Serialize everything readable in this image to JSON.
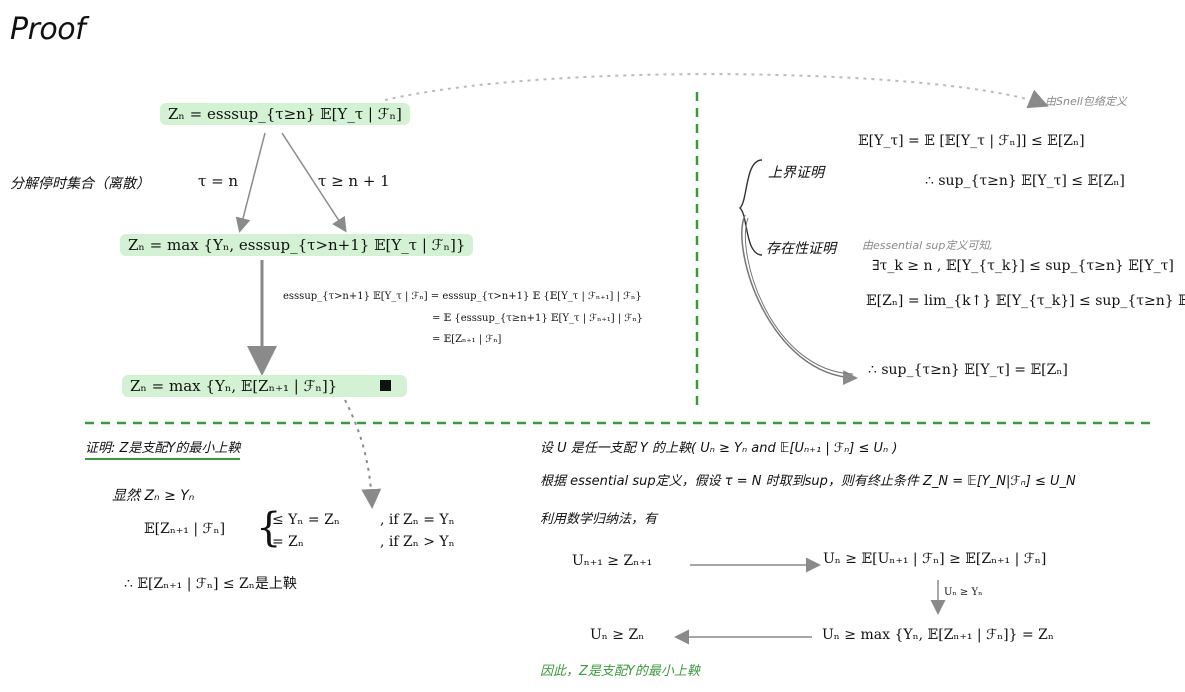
{
  "title": "Proof",
  "top": {
    "z_def": "Zₙ = esssup_{τ≥n} 𝔼[Y_τ | ℱₙ]",
    "decompose_label": "分解停时集合（离散）",
    "branch_left": "τ = n",
    "branch_right": "τ ≥ n + 1",
    "z_max1": "Zₙ = max {Yₙ, esssup_{τ>n+1} 𝔼[Y_τ | ℱₙ]}",
    "expansion": [
      "esssup_{τ>n+1} 𝔼[Y_τ | ℱₙ] = esssup_{τ>n+1} 𝔼 {𝔼[Y_τ | ℱₙ₊₁] | ℱₙ}",
      "= 𝔼 {esssup_{τ≥n+1} 𝔼[Y_τ | ℱₙ₊₁] | ℱₙ}",
      "= 𝔼[Zₙ₊₁ | ℱₙ]"
    ],
    "z_max2": "Zₙ = max {Yₙ, 𝔼[Zₙ₊₁ | ℱₙ]}"
  },
  "right": {
    "snell_note": "由Snell包络定义",
    "upper_bound_label": "上界证明",
    "ub_line1": "𝔼[Y_τ] = 𝔼 [𝔼[Y_τ | ℱₙ]] ≤ 𝔼[Zₙ]",
    "ub_line2": "∴  sup_{τ≥n} 𝔼[Y_τ] ≤ 𝔼[Zₙ]",
    "existence_label": "存在性证明",
    "esssup_note": "由essential sup定义可知,",
    "ex_line1": "∃τ_k ≥ n , 𝔼[Y_{τ_k}] ≤ sup_{τ≥n} 𝔼[Y_τ]",
    "ex_line2": "𝔼[Zₙ] = lim_{k↑} 𝔼[Y_{τ_k}] ≤ sup_{τ≥n} 𝔼[Y_τ]",
    "conclusion": "∴   sup_{τ≥n} 𝔼[Y_τ] = 𝔼[Zₙ]"
  },
  "bottom_left": {
    "heading": "证明: Z是支配Y的最小上鞅",
    "line1": "显然  Zₙ ≥ Yₙ",
    "cond_left": "𝔼[Zₙ₊₁ | ℱₙ]",
    "case1": "≤ Yₙ = Zₙ",
    "case1_cond": ", if Zₙ = Yₙ",
    "case2": "= Zₙ",
    "case2_cond": ", if Zₙ > Yₙ",
    "line3": "∴ 𝔼[Zₙ₊₁ | ℱₙ] ≤ Zₙ是上鞅"
  },
  "bottom_right": {
    "line1": "设 U 是任一支配 Y 的上鞅( Uₙ ≥ Yₙ and 𝔼[Uₙ₊₁ | ℱₙ] ≤ Uₙ )",
    "line2": "根据 essential sup定义，假设 τ = N 时取到sup，则有终止条件 Z_N = 𝔼[Y_N|ℱₙ] ≤ U_N",
    "line3": "利用数学归纳法，有",
    "u_start": "Uₙ₊₁ ≥ Zₙ₊₁",
    "u_chain": "Uₙ ≥ 𝔼[Uₙ₊₁ | ℱₙ] ≥ 𝔼[Zₙ₊₁ | ℱₙ]",
    "u_arrow_label": "Uₙ ≥ Yₙ",
    "u_max": "Uₙ ≥ max {Yₙ, 𝔼[Zₙ₊₁ | ℱₙ]} = Zₙ",
    "u_final": "Uₙ ≥ Zₙ",
    "conclusion": "因此，Z是支配Y的最小上鞅"
  },
  "colors": {
    "highlight": "#d3f2d3",
    "accent_green": "#3b9a3b",
    "arrow_gray": "#8a8a8a"
  }
}
